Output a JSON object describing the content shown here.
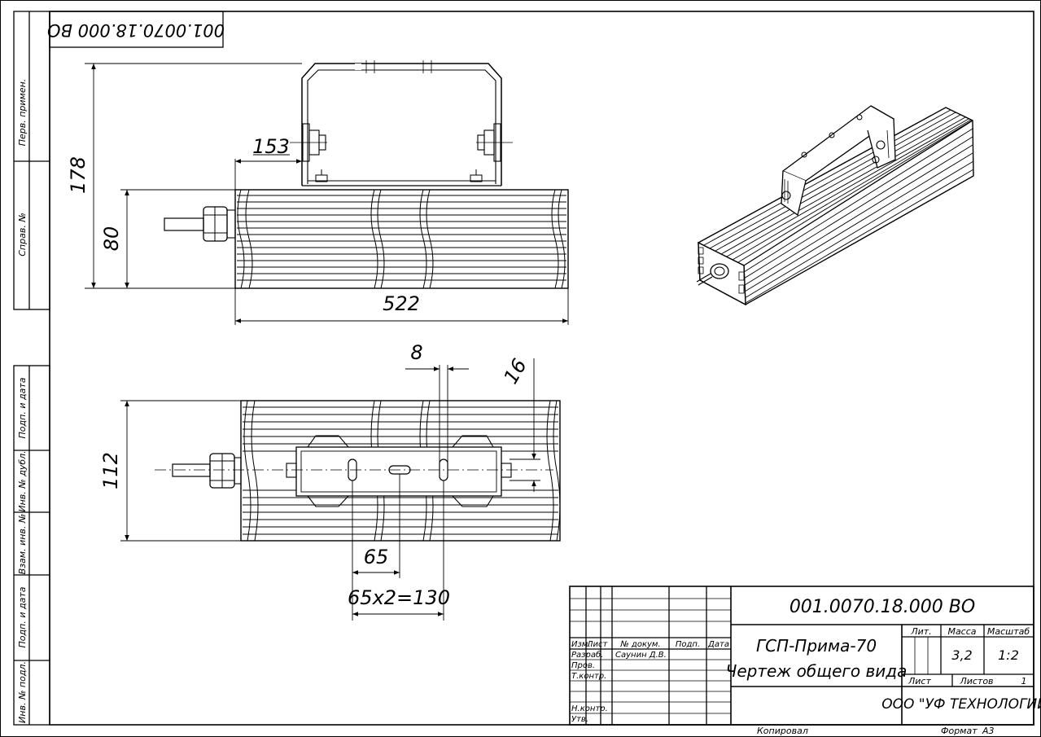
{
  "doc_code_top": "001.0070.18.000 ВО",
  "side_labels": {
    "perv_primen": "Перв. примен.",
    "sprav_no": "Справ. №",
    "podp_data_1": "Подп. и дата",
    "inv_dubl": "Инв. № дубл.",
    "vzam_inv": "Взам. инв. №",
    "podp_data_2": "Подп. и дата",
    "inv_podl": "Инв. № подл."
  },
  "dimensions": {
    "d153": "153",
    "d178": "178",
    "d80": "80",
    "d522": "522",
    "d8": "8",
    "d16": "16",
    "d112": "112",
    "d65": "65",
    "d130": "65x2=130"
  },
  "title_block": {
    "code": "001.0070.18.000 ВО",
    "name_line1": "ГСП-Прима-70",
    "name_line2": "Чертеж общего вида",
    "col_izm": "Изм.",
    "col_list": "Лист",
    "col_doc": "№ докум.",
    "col_podp": "Подп.",
    "col_data": "Дата",
    "row_razrab": "Разраб.",
    "razrab_name": "Саунин Д.В.",
    "row_prov": "Пров.",
    "row_tkontr": "Т.контр.",
    "row_nkontr": "Н.контр.",
    "row_utv": "Утв.",
    "lit_label": "Лит.",
    "mass_label": "Масса",
    "scale_label": "Масштаб",
    "mass_value": "3,2",
    "scale_value": "1:2",
    "sheet_label": "Лист",
    "sheets_label": "Листов",
    "sheets_value": "1",
    "company": "ООО \"УФ ТЕХНОЛОГИИ\""
  },
  "footer": {
    "copied": "Копировал",
    "format_label": "Формат",
    "format_value": "А3"
  }
}
